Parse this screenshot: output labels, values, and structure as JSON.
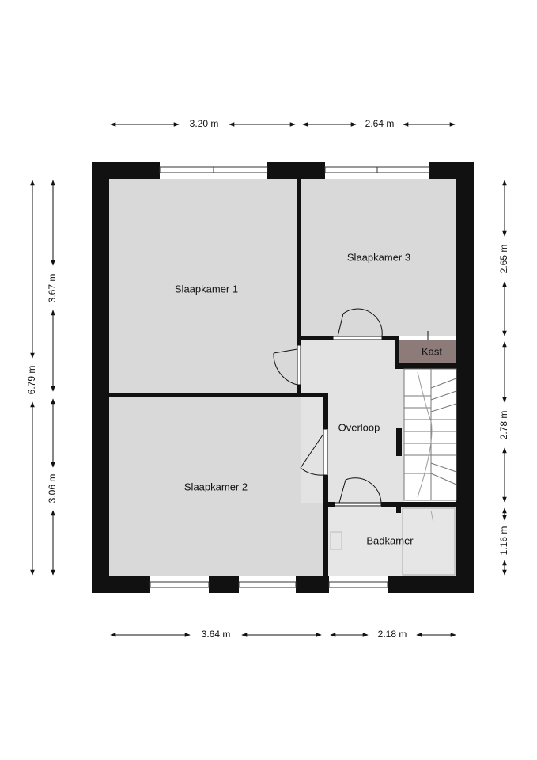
{
  "rooms": {
    "slaapkamer1": "Slaapkamer 1",
    "slaapkamer2": "Slaapkamer 2",
    "slaapkamer3": "Slaapkamer 3",
    "overloop": "Overloop",
    "badkamer": "Badkamer",
    "kast": "Kast"
  },
  "dimensions": {
    "top_left": "3.20 m",
    "top_right": "2.64 m",
    "bottom_left": "3.64 m",
    "bottom_right": "2.18 m",
    "left_total": "6.79 m",
    "left_upper": "3.67 m",
    "left_lower": "3.06 m",
    "right_upper": "2.65 m",
    "right_middle": "2.78 m",
    "right_lower": "1.16 m"
  },
  "colors": {
    "wall": "#111111",
    "floor": "#d9d9d9",
    "kast_floor": "#8c7b78",
    "stair_floor": "#ffffff"
  }
}
